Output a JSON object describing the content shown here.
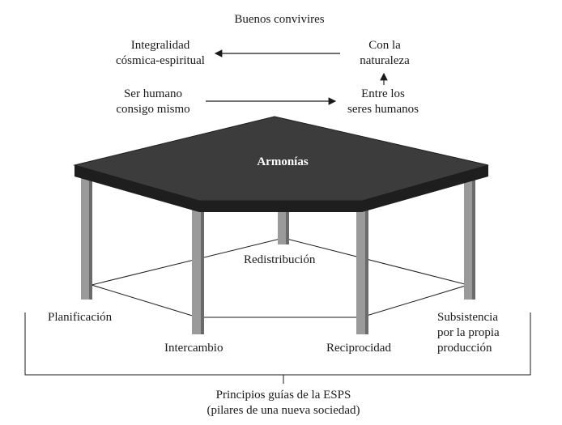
{
  "diagram": {
    "top": {
      "title": "Buenos convivires",
      "integralidad": "Integralidad\ncósmica-espiritual",
      "naturaleza": "Con la\nnaturaleza",
      "ser_humano": "Ser humano\nconsigo mismo",
      "entre_seres": "Entre los\nseres humanos"
    },
    "table": {
      "top_label": "Armonías"
    },
    "pillars": {
      "redistribucion": "Redistribución",
      "planificacion": "Planificación",
      "intercambio": "Intercambio",
      "reciprocidad": "Reciprocidad",
      "subsistencia": "Subsistencia\npor la propia\nproducción"
    },
    "footer": {
      "caption": "Principios guías de la ESPS\n(pilares de una nueva sociedad)"
    },
    "colors": {
      "tabletop": "#3c3c3c",
      "tabletop_edge": "#1e1e1e",
      "leg_face": "#9a9a9a",
      "leg_shade": "#6a6a6a",
      "line": "#1a1a1a"
    }
  }
}
